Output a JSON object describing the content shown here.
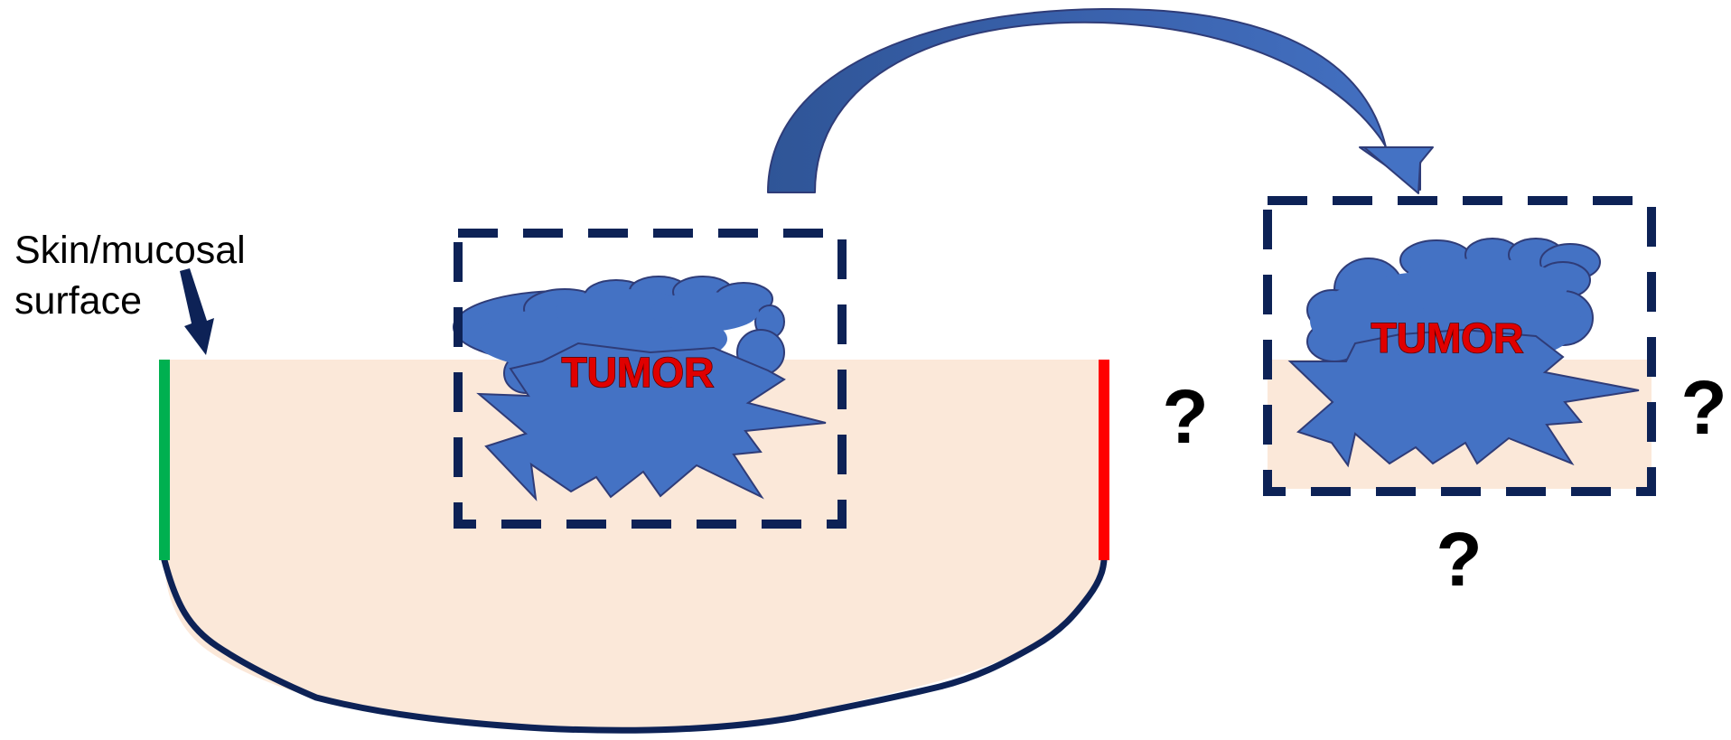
{
  "surface_label": {
    "line1": "Skin/mucosal",
    "line2": "surface"
  },
  "tumor_label": "TUMOR",
  "excised_tumor_label": "TUMOR",
  "question_marks": {
    "left": "?",
    "right": "?",
    "bottom": "?"
  },
  "colors": {
    "tissue_fill": "#fbe8d9",
    "tumor_fill": "#4472c4",
    "tumor_outline": "#2f3c78",
    "dashed_box": "#0d2256",
    "deep_margin": "#0d2256",
    "left_margin": "#00b050",
    "right_margin": "#ff0000",
    "arrow_fill": "#4472c4",
    "pointer_arrow": "#0d2256",
    "tumor_text": "#e00000",
    "question_mark": "#000000"
  }
}
